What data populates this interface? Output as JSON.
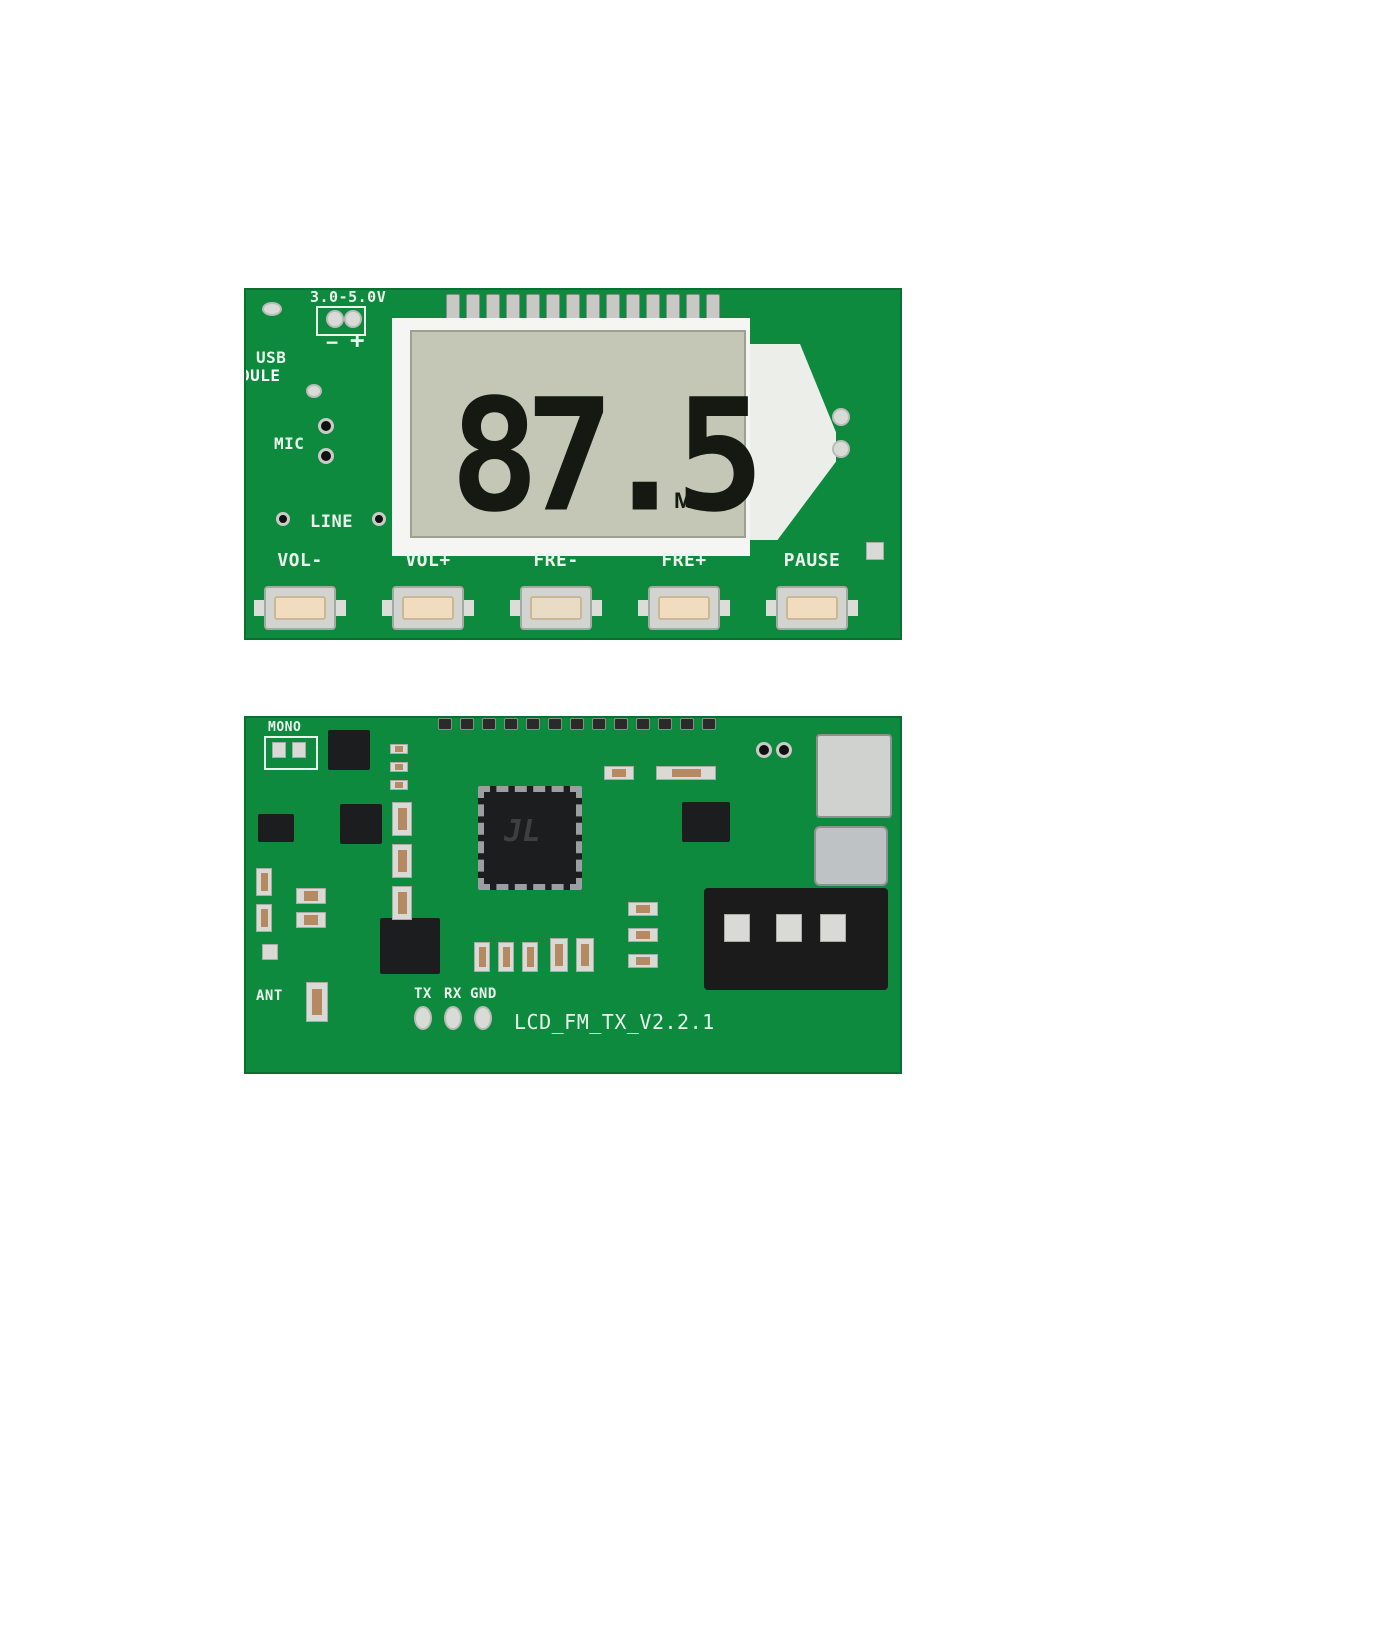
{
  "front_board": {
    "voltage_label": "3.0-5.0V",
    "minus_label": "−",
    "plus_label": "+",
    "usb_label": "USB",
    "module_label": "DULE",
    "mic_label": "MIC",
    "line_label": "LINE",
    "display": {
      "frequency": "87.5",
      "unit": "MHz"
    },
    "buttons": [
      {
        "label": "VOL-"
      },
      {
        "label": "VOL+"
      },
      {
        "label": "FRE-"
      },
      {
        "label": "FRE+"
      },
      {
        "label": "PAUSE"
      }
    ]
  },
  "back_board": {
    "mono_label": "MONO",
    "ant_label": "ANT",
    "tx_label": "TX",
    "rx_label": "RX",
    "gnd_label": "GND",
    "mcu_logo": "JL",
    "board_version": "LCD_FM_TX_V2.2.1"
  },
  "colors": {
    "pcb": "#0e8a3e",
    "silkscreen": "#e9f5ec",
    "lcd": "#c4c7b5"
  }
}
